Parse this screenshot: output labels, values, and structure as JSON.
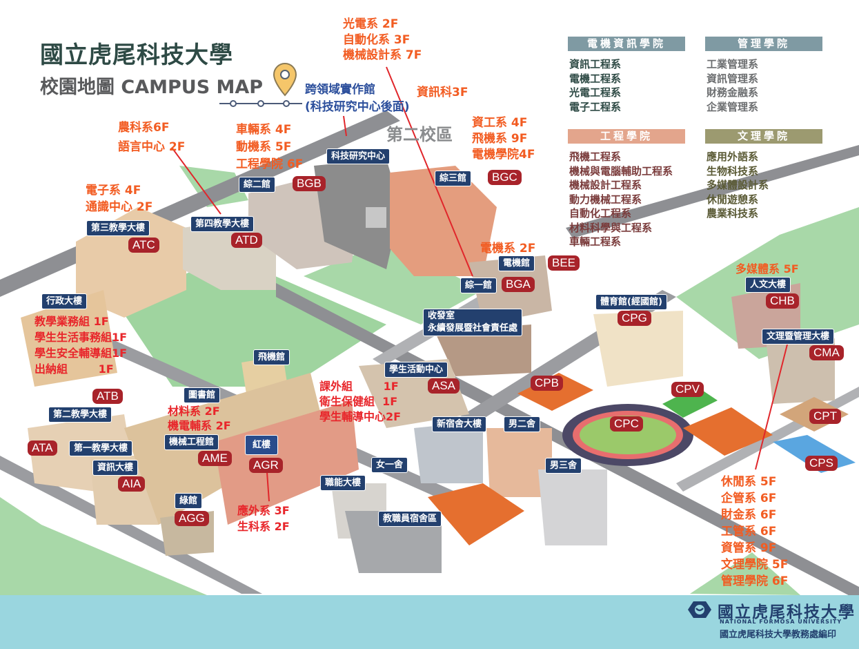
{
  "header": {
    "title": "國立虎尾科技大學",
    "subtitle": "校園地圖 CAMPUS MAP"
  },
  "pin": {
    "line1": "跨領域實作館",
    "line2": "(科技研究中心後面)",
    "note": "資訊科3F"
  },
  "campus_label": "第二校區",
  "colleges": [
    {
      "name": "電機資訊學院",
      "color": "#7f9aa3",
      "text_color": "#2e4a45",
      "items": [
        "資訊工程系",
        "電機工程系",
        "光電工程系",
        "電子工程系"
      ]
    },
    {
      "name": "管理學院",
      "color": "#7f9aa3",
      "text_color": "#6c6e70",
      "items": [
        "工業管理系",
        "資訊管理系",
        "財務金融系",
        "企業管理系"
      ]
    },
    {
      "name": "工程學院",
      "color": "#e3a58c",
      "text_color": "#7a3b3b",
      "items": [
        "飛機工程系",
        "機械與電腦輔助工程系",
        "機械設計工程系",
        "動力機械工程系",
        "自動化工程系",
        "材料科學與工程系",
        "車輛工程系"
      ]
    },
    {
      "name": "文理學院",
      "color": "#9c9a70",
      "text_color": "#5a5a35",
      "items": [
        "應用外語系",
        "生物科技系",
        "多媒體設計系",
        "休閒遊憩系",
        "農業科技系"
      ]
    }
  ],
  "buildings": {
    "tech_center": "科技研究中心",
    "bgb": {
      "name": "綜二館",
      "code": "BGB"
    },
    "bgc": {
      "name": "綜三館",
      "code": "BGC"
    },
    "atc": {
      "name": "第三教學大樓",
      "code": "ATC"
    },
    "atd": {
      "name": "第四教學大樓",
      "code": "ATD"
    },
    "bee": {
      "name": "電機館",
      "code": "BEE"
    },
    "bga": {
      "name": "綜一館",
      "code": "BGA"
    },
    "mail": {
      "line1": "收發室",
      "line2": "永續發展暨社會責任處"
    },
    "admin": "行政大樓",
    "aircraft": "飛機館",
    "asa": {
      "name": "學生活動中心",
      "code": "ASA"
    },
    "cpg": {
      "name": "體育館(經國館)",
      "code": "CPG"
    },
    "chb": {
      "name": "人文大樓",
      "code": "CHB"
    },
    "cma": {
      "name": "文理暨管理大樓",
      "code": "CMA"
    },
    "cpb": "CPB",
    "cpv": "CPV",
    "cpc": "CPC",
    "cpt": "CPT",
    "cps": "CPS",
    "atb": {
      "name": "第二教學大樓",
      "code": "ATB"
    },
    "library": "圖書館",
    "ata": {
      "name": "第一教學大樓",
      "code": "ATA"
    },
    "ame": {
      "name": "機械工程館",
      "code": "AME"
    },
    "agr": {
      "name": "紅樓",
      "code": "AGR"
    },
    "aia": {
      "name": "資訊大樓",
      "code": "AIA"
    },
    "agg": {
      "name": "綠館",
      "code": "AGG"
    },
    "new_dorm": "新宿舍大樓",
    "male2": "男二舍",
    "male3": "男三舍",
    "female1": "女一舍",
    "vocational": "職能大樓",
    "staff_dorm": "教職員宿舍區"
  },
  "annotations": {
    "bgc_top": [
      "光電系  2F",
      "自動化系  3F",
      "機械設計系  7F"
    ],
    "bgc_right": [
      "資工系 4F",
      "飛機系 9F",
      "電機學院4F"
    ],
    "agri": [
      "農科系6F",
      "語言中心 2F"
    ],
    "bgb": [
      "車輛系 4F",
      "動機系 5F",
      "工程學院 6F"
    ],
    "atc": [
      "電子系 4F",
      "通識中心 2F"
    ],
    "bee": "電機系  2F",
    "chb": "多媒體系  5F",
    "admin": [
      "教學業務組  1F",
      "學生生活事務組1F",
      "學生安全輔導組1F",
      "出納組        1F"
    ],
    "asa": [
      "課外組        1F",
      "衛生保健組  1F",
      "學生輔導中心2F"
    ],
    "library": [
      "材料系 2F",
      "機電輔系  2F"
    ],
    "agr": [
      "應外系  3F",
      "生科系  2F"
    ],
    "cma": [
      "休閒系  5F",
      "企管系  6F",
      "財金系  6F",
      "工管系  6F",
      "資管系  9F",
      "文理學院 5F",
      "管理學院 6F"
    ]
  },
  "footer": {
    "logo_cn": "國立虎尾科技大學",
    "logo_en": "NATIONAL FORMOSA UNIVERSITY",
    "printed_by": "國立虎尾科技大學教務處編印"
  }
}
